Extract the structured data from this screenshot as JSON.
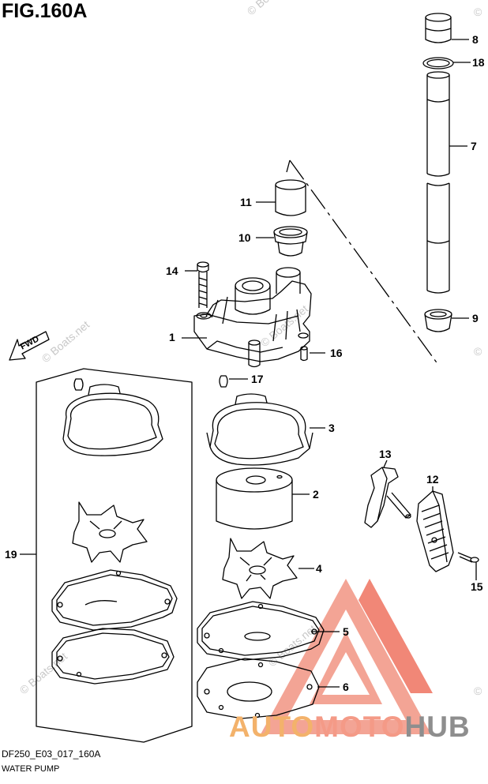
{
  "figure": {
    "title": "FIG.160A",
    "code": "DF250_E03_017_160A",
    "name": "WATER PUMP"
  },
  "direction_badge": {
    "label": "FWD"
  },
  "callouts": [
    {
      "id": "c1",
      "label": "1"
    },
    {
      "id": "c2",
      "label": "2"
    },
    {
      "id": "c3",
      "label": "3"
    },
    {
      "id": "c4",
      "label": "4"
    },
    {
      "id": "c5",
      "label": "5"
    },
    {
      "id": "c6",
      "label": "6"
    },
    {
      "id": "c7",
      "label": "7"
    },
    {
      "id": "c8",
      "label": "8"
    },
    {
      "id": "c9",
      "label": "9"
    },
    {
      "id": "c10",
      "label": "10"
    },
    {
      "id": "c11",
      "label": "11"
    },
    {
      "id": "c12",
      "label": "12"
    },
    {
      "id": "c13",
      "label": "13"
    },
    {
      "id": "c14",
      "label": "14"
    },
    {
      "id": "c15",
      "label": "15"
    },
    {
      "id": "c16",
      "label": "16"
    },
    {
      "id": "c17",
      "label": "17"
    },
    {
      "id": "c18",
      "label": "18"
    },
    {
      "id": "c19",
      "label": "19"
    }
  ],
  "watermark": {
    "text": "© Boats.net"
  },
  "brand": {
    "part1": "AUTO",
    "part2": "MOTO",
    "part3": "HUB"
  },
  "colors": {
    "brand_orange": "#f3b26b",
    "brand_red": "#f07a68",
    "brand_gray": "#8e8e8e"
  }
}
